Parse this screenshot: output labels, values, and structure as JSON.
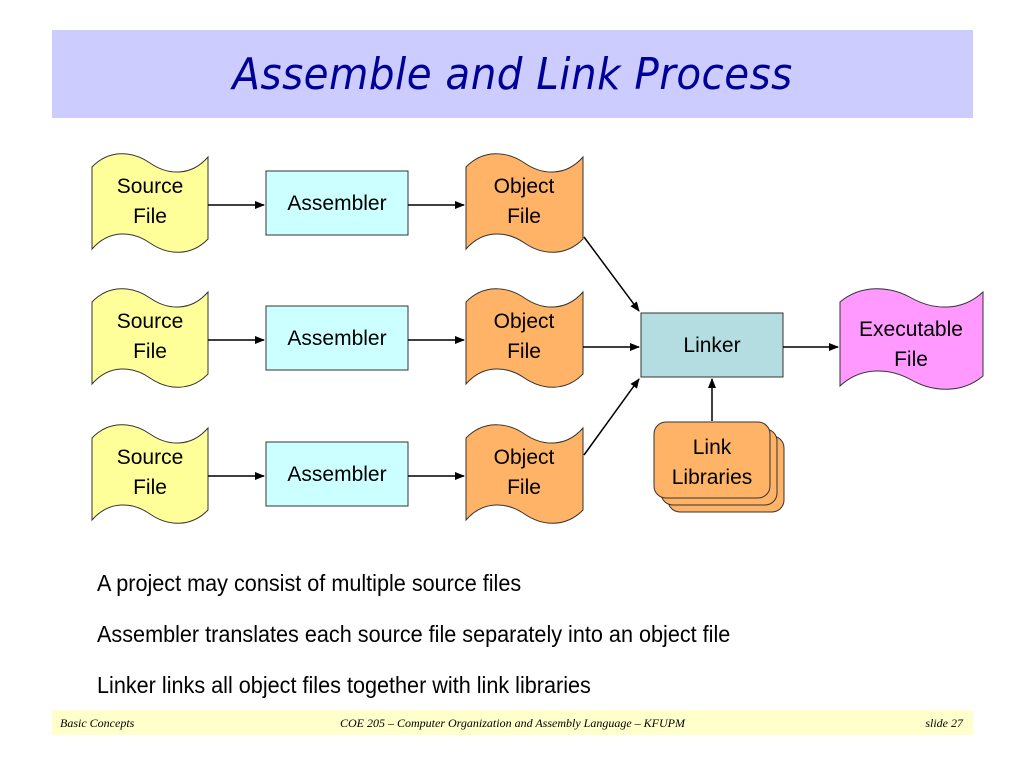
{
  "slide": {
    "title": "Assemble and Link Process"
  },
  "diagram": {
    "colors": {
      "source_file": "#ffff99",
      "assembler": "#ccffff",
      "object_file": "#ffb366",
      "linker": "#b3dde0",
      "executable_file": "#ff99ff",
      "link_libraries": "#ffb366",
      "stroke": "#333333"
    },
    "rows": [
      {
        "source": [
          "Source",
          "File"
        ],
        "assembler": "Assembler",
        "object": [
          "Object",
          "File"
        ]
      },
      {
        "source": [
          "Source",
          "File"
        ],
        "assembler": "Assembler",
        "object": [
          "Object",
          "File"
        ]
      },
      {
        "source": [
          "Source",
          "File"
        ],
        "assembler": "Assembler",
        "object": [
          "Object",
          "File"
        ]
      }
    ],
    "linker": "Linker",
    "executable": [
      "Executable",
      "File"
    ],
    "link_libraries": [
      "Link",
      "Libraries"
    ]
  },
  "bullets": [
    "A project may consist of multiple source files",
    "Assembler translates each source file separately into an object file",
    "Linker links all object files together with link libraries"
  ],
  "footer": {
    "left": "Basic Concepts",
    "center": "COE 205 – Computer Organization and Assembly Language – KFUPM",
    "right": "slide 27"
  }
}
